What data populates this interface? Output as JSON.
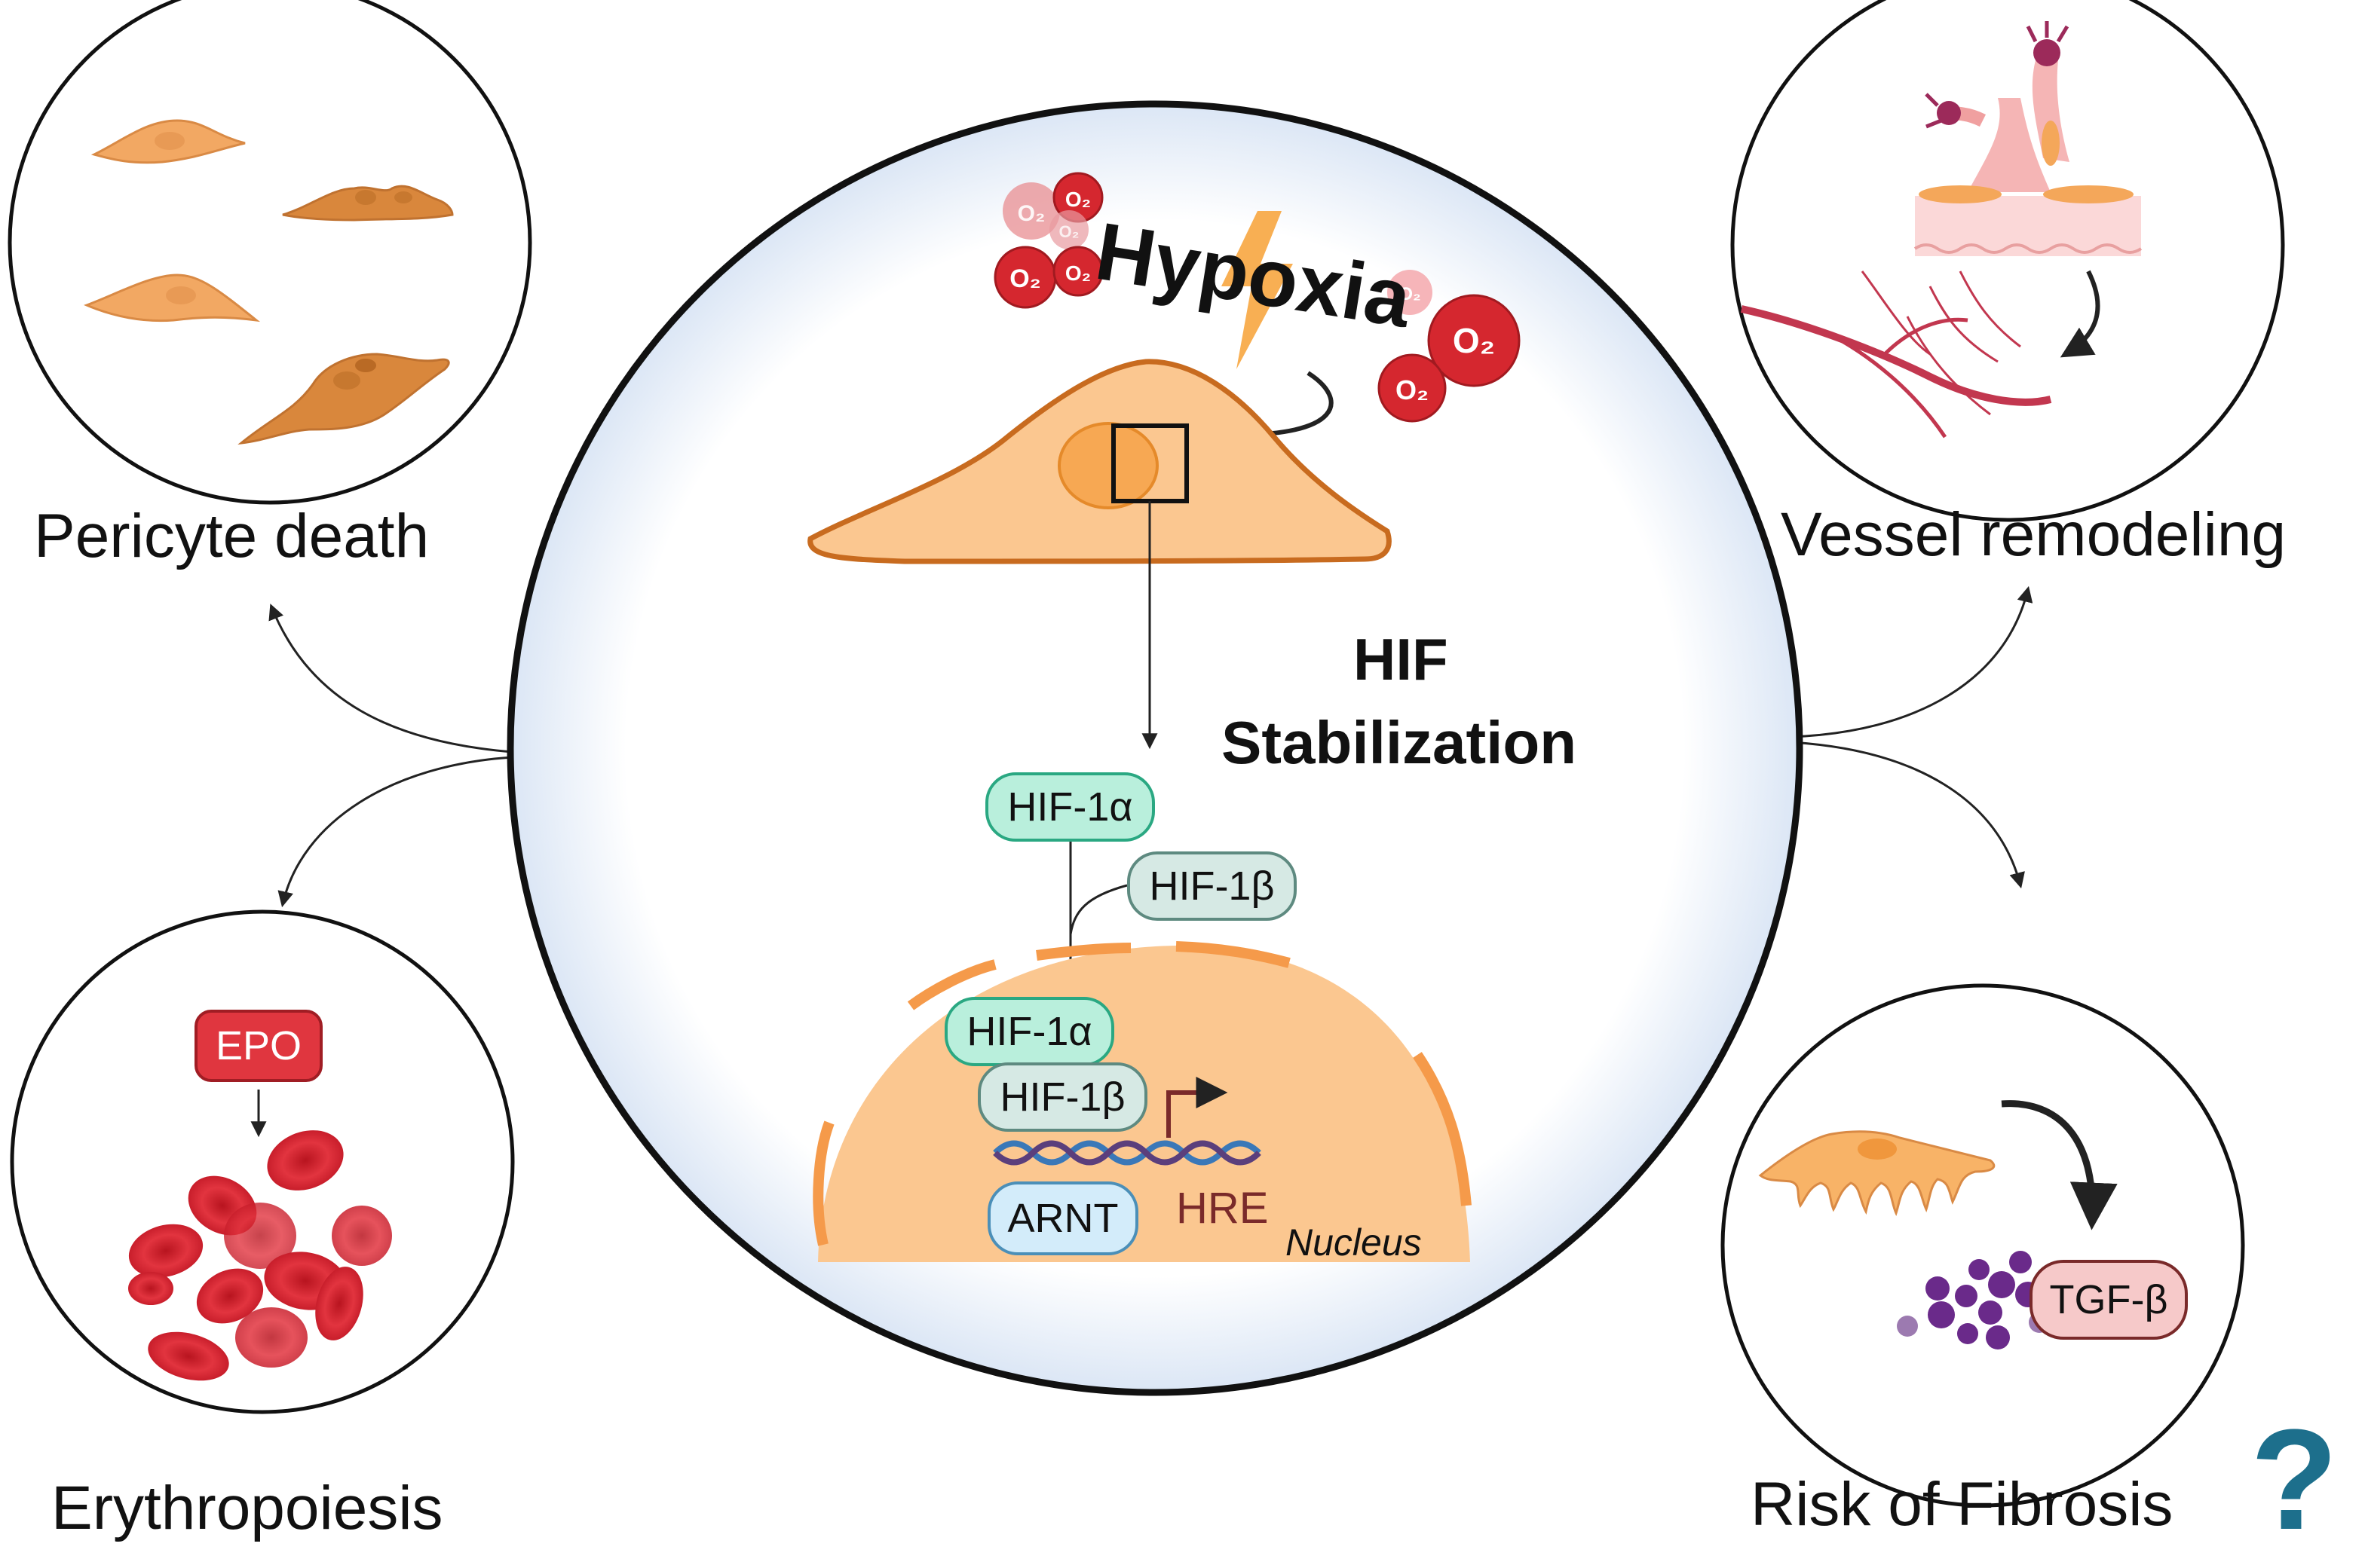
{
  "center": {
    "hypoxia": "Hypoxia",
    "oxygen": "O₂",
    "hif_line1": "HIF",
    "hif_line2": "Stabilization",
    "hif1a": "HIF-1α",
    "hif1b": "HIF-1β",
    "arnt": "ARNT",
    "hre": "HRE",
    "nucleus": "Nucleus"
  },
  "outcomes": {
    "pericyte": "Pericyte death",
    "vessel": "Vessel remodeling",
    "erythro": "Erythropoiesis",
    "fibrosis": "Risk of  Fibrosis",
    "question": "?"
  },
  "inset_labels": {
    "epo": "EPO",
    "tgf": "TGF-β"
  },
  "colors": {
    "cell_fill": "#fbc790",
    "cell_stroke": "#c86b1f",
    "hif1a_fill": "#b9efdc",
    "hif1a_stroke": "#2aa882",
    "hif1b_fill": "#d6e9e4",
    "hif1b_stroke": "#5e8a80",
    "arnt_fill": "#d3ecfa",
    "arnt_stroke": "#4b8fb8",
    "oxygen": "#d5272f",
    "rbc": "#e03040",
    "question": "#1d6f8c"
  }
}
